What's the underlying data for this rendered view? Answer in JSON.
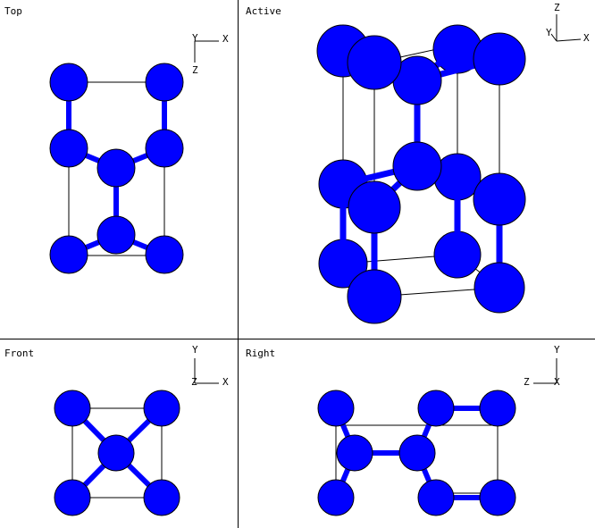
{
  "viewports": {
    "top": {
      "label": "Top",
      "axes": {
        "a": "Y",
        "b": "X",
        "c": "Z"
      }
    },
    "active": {
      "label": "Active",
      "axes": {
        "a": "Z",
        "b": "Y",
        "c": "X"
      }
    },
    "front": {
      "label": "Front",
      "axes": {
        "a": "Y",
        "b": "Z",
        "c": "X"
      }
    },
    "right": {
      "label": "Right",
      "axes": {
        "a": "Y",
        "b": "Z",
        "c": "X"
      }
    }
  },
  "colors": {
    "atom": "#0000ff",
    "bond": "#0000ff",
    "cell_line": "#000000",
    "divider": "#000000",
    "background": "#ffffff"
  }
}
